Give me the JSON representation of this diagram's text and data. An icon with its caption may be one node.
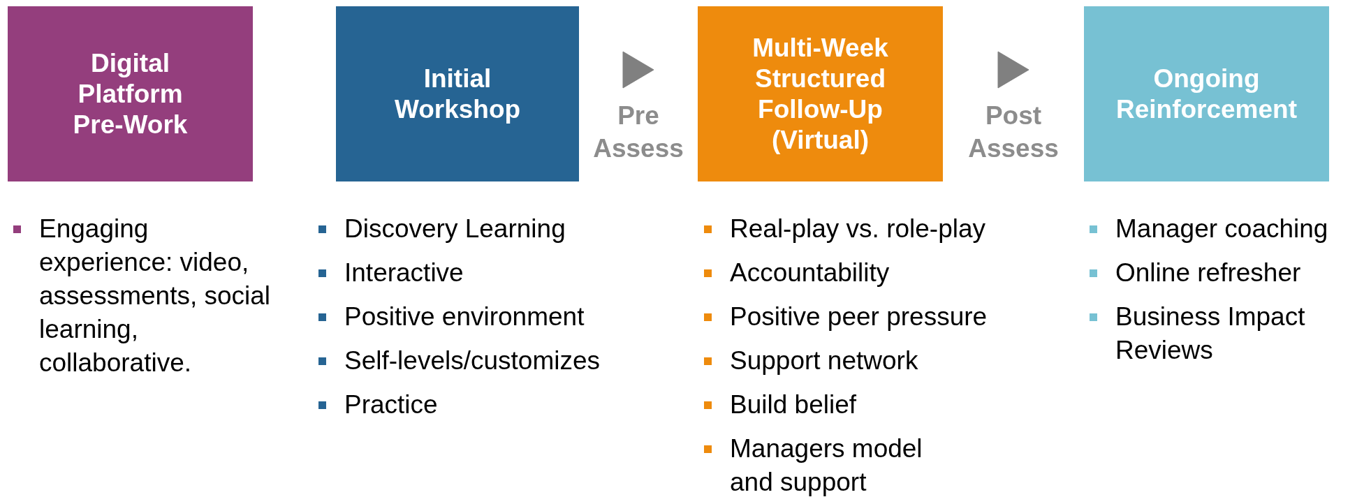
{
  "diagram": {
    "nodes": [
      {
        "text": [
          "Digital Platform Pre-Work"
        ],
        "beside": [
          "Engaging experience: video, assessments, social learning, collaborative."
        ]
      },
      {
        "text": [
          "Initial Workshop"
        ],
        "beside": [
          "Discovery Learning",
          "Interactive",
          "Positive environment",
          "Self-levels/customizes",
          "Practice"
        ]
      },
      {
        "text": [
          "Multi-Week Structured Follow-Up (Virtual)"
        ],
        "beside": [
          "Real-play vs. role-play",
          "Accountability",
          "Positive peer pressure",
          "Support network",
          "Build belief",
          "Managers model and support"
        ]
      },
      {
        "text": [
          "Ongoing Reinforcement"
        ],
        "beside": [
          "Manager coaching",
          "Online refresher",
          "Business Impact Reviews"
        ]
      }
    ],
    "edges": [
      {
        "from": 1,
        "to": 2,
        "arrow": "to",
        "label": "Pre Assess"
      },
      {
        "from": 2,
        "to": 3,
        "arrow": "to",
        "label": "Post Assess"
      }
    ]
  }
}
